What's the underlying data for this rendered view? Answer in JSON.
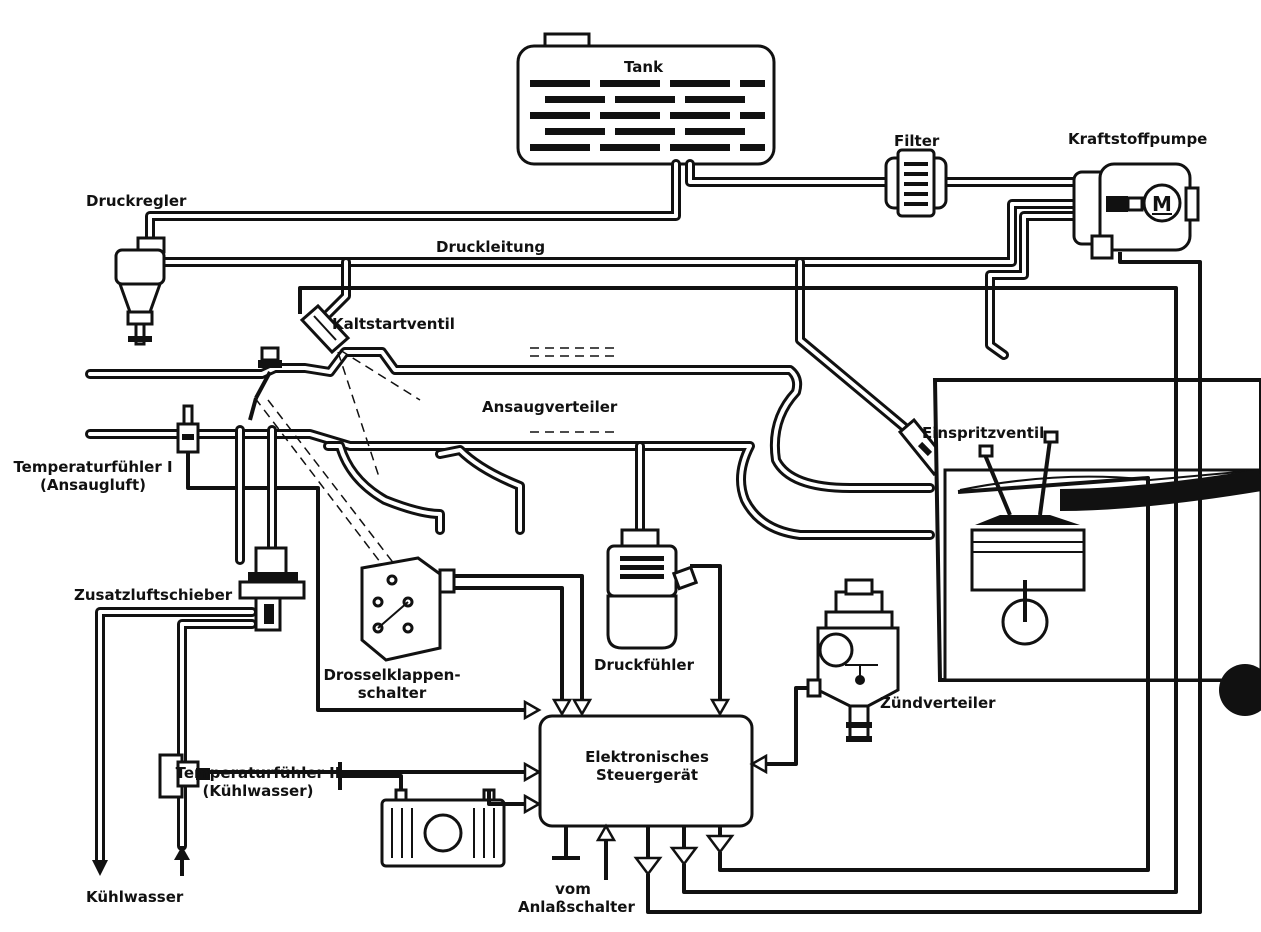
{
  "labels": {
    "tank": "Tank",
    "filter": "Filter",
    "pump": "Kraftstoffpumpe",
    "pressure_regulator": "Druckregler",
    "pressure_line": "Druckleitung",
    "cold_start_valve": "Kaltstartventil",
    "intake_manifold": "Ansaugverteiler",
    "injector": "Einspritzventil",
    "temp_sensor_1_line1": "Temperaturfühler I",
    "temp_sensor_1_line2": "(Ansaugluft)",
    "aux_air_valve": "Zusatzluftschieber",
    "throttle_switch_line1": "Drosselklappen-",
    "throttle_switch_line2": "schalter",
    "pressure_sensor": "Druckfühler",
    "ecu_line1": "Elektronisches",
    "ecu_line2": "Steuergerät",
    "distributor": "Zündverteiler",
    "temp_sensor_2_line1": "Temperaturfühler II",
    "temp_sensor_2_line2": "(Kühlwasser)",
    "coolant": "Kühlwasser",
    "starter_line1": "vom",
    "starter_line2": "Anlaßschalter",
    "motor_letter": "M"
  }
}
